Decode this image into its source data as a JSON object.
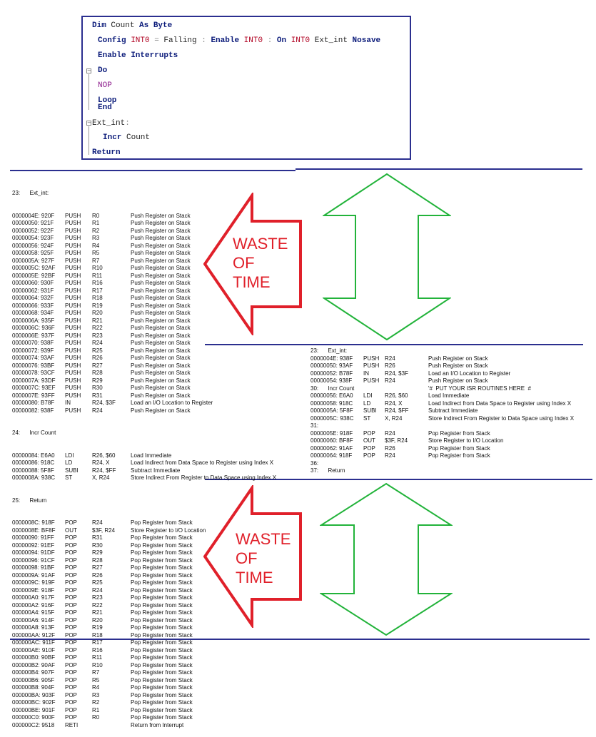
{
  "code_editor": {
    "lines": {
      "l1": {
        "a": "Dim",
        "b": " Count ",
        "c": "As",
        "d": " Byte"
      },
      "l2": {
        "a": "Config",
        "b": " INT0 ",
        "c": "=",
        "d": " Falling ",
        "e": ":",
        "f": " Enable",
        "g": " INT0 ",
        "h": ":",
        "i": " On",
        "j": " INT0 ",
        "k": "Ext_int",
        "m": " Nosave"
      },
      "l3": {
        "a": "Enable Interrupts"
      },
      "l4": {
        "a": "Do"
      },
      "l5": {
        "a": "NOP"
      },
      "l6": {
        "a": "Loop"
      },
      "l7": {
        "a": "End"
      },
      "l8": {
        "a": "Ext_int",
        "b": ":"
      },
      "l9": {
        "a": "Incr",
        "b": " Count"
      },
      "l10": {
        "a": "Return"
      }
    }
  },
  "left_listing": {
    "head_label": "23:      Ext_int:",
    "push_rows": [
      [
        "0000004E: 920F",
        "PUSH",
        "R0",
        "Push Register on Stack"
      ],
      [
        "00000050: 921F",
        "PUSH",
        "R1",
        "Push Register on Stack"
      ],
      [
        "00000052: 922F",
        "PUSH",
        "R2",
        "Push Register on Stack"
      ],
      [
        "00000054: 923F",
        "PUSH",
        "R3",
        "Push Register on Stack"
      ],
      [
        "00000056: 924F",
        "PUSH",
        "R4",
        "Push Register on Stack"
      ],
      [
        "00000058: 925F",
        "PUSH",
        "R5",
        "Push Register on Stack"
      ],
      [
        "0000005A: 927F",
        "PUSH",
        "R7",
        "Push Register on Stack"
      ],
      [
        "0000005C: 92AF",
        "PUSH",
        "R10",
        "Push Register on Stack"
      ],
      [
        "0000005E: 92BF",
        "PUSH",
        "R11",
        "Push Register on Stack"
      ],
      [
        "00000060: 930F",
        "PUSH",
        "R16",
        "Push Register on Stack"
      ],
      [
        "00000062: 931F",
        "PUSH",
        "R17",
        "Push Register on Stack"
      ],
      [
        "00000064: 932F",
        "PUSH",
        "R18",
        "Push Register on Stack"
      ],
      [
        "00000066: 933F",
        "PUSH",
        "R19",
        "Push Register on Stack"
      ],
      [
        "00000068: 934F",
        "PUSH",
        "R20",
        "Push Register on Stack"
      ],
      [
        "0000006A: 935F",
        "PUSH",
        "R21",
        "Push Register on Stack"
      ],
      [
        "0000006C: 936F",
        "PUSH",
        "R22",
        "Push Register on Stack"
      ],
      [
        "0000006E: 937F",
        "PUSH",
        "R23",
        "Push Register on Stack"
      ],
      [
        "00000070: 938F",
        "PUSH",
        "R24",
        "Push Register on Stack"
      ],
      [
        "00000072: 939F",
        "PUSH",
        "R25",
        "Push Register on Stack"
      ],
      [
        "00000074: 93AF",
        "PUSH",
        "R26",
        "Push Register on Stack"
      ],
      [
        "00000076: 93BF",
        "PUSH",
        "R27",
        "Push Register on Stack"
      ],
      [
        "00000078: 93CF",
        "PUSH",
        "R28",
        "Push Register on Stack"
      ],
      [
        "0000007A: 93DF",
        "PUSH",
        "R29",
        "Push Register on Stack"
      ],
      [
        "0000007C: 93EF",
        "PUSH",
        "R30",
        "Push Register on Stack"
      ],
      [
        "0000007E: 93FF",
        "PUSH",
        "R31",
        "Push Register on Stack"
      ],
      [
        "00000080: B78F",
        "IN",
        "R24, $3F",
        "Load an I/O Location to Register"
      ],
      [
        "00000082: 938F",
        "PUSH",
        "R24",
        "Push Register on Stack"
      ]
    ],
    "incr_label": "24:      Incr Count",
    "body_rows": [
      [
        "00000084: E6A0",
        "LDI",
        "R26, $60",
        "Load Immediate"
      ],
      [
        "00000086: 918C",
        "LD",
        "R24, X",
        "Load Indirect from Data Space to Register using Index X"
      ],
      [
        "00000088: 5F8F",
        "SUBI",
        "R24, $FF",
        "Subtract Immediate"
      ],
      [
        "0000008A: 938C",
        "ST",
        "X, R24",
        "Store Indirect From Register to Data Space using Index X"
      ]
    ],
    "return_label": "25:      Return",
    "pop_rows": [
      [
        "0000008C: 918F",
        "POP",
        "R24",
        "Pop Register from Stack"
      ],
      [
        "0000008E: BF8F",
        "OUT",
        "$3F, R24",
        "Store Register to I/O Location"
      ],
      [
        "00000090: 91FF",
        "POP",
        "R31",
        "Pop Register from Stack"
      ],
      [
        "00000092: 91EF",
        "POP",
        "R30",
        "Pop Register from Stack"
      ],
      [
        "00000094: 91DF",
        "POP",
        "R29",
        "Pop Register from Stack"
      ],
      [
        "00000096: 91CF",
        "POP",
        "R28",
        "Pop Register from Stack"
      ],
      [
        "00000098: 91BF",
        "POP",
        "R27",
        "Pop Register from Stack"
      ],
      [
        "0000009A: 91AF",
        "POP",
        "R26",
        "Pop Register from Stack"
      ],
      [
        "0000009C: 919F",
        "POP",
        "R25",
        "Pop Register from Stack"
      ],
      [
        "0000009E: 918F",
        "POP",
        "R24",
        "Pop Register from Stack"
      ],
      [
        "000000A0: 917F",
        "POP",
        "R23",
        "Pop Register from Stack"
      ],
      [
        "000000A2: 916F",
        "POP",
        "R22",
        "Pop Register from Stack"
      ],
      [
        "000000A4: 915F",
        "POP",
        "R21",
        "Pop Register from Stack"
      ],
      [
        "000000A6: 914F",
        "POP",
        "R20",
        "Pop Register from Stack"
      ],
      [
        "000000A8: 913F",
        "POP",
        "R19",
        "Pop Register from Stack"
      ],
      [
        "000000AA: 912F",
        "POP",
        "R18",
        "Pop Register from Stack"
      ],
      [
        "000000AC: 911F",
        "POP",
        "R17",
        "Pop Register from Stack"
      ],
      [
        "000000AE: 910F",
        "POP",
        "R16",
        "Pop Register from Stack"
      ],
      [
        "000000B0: 90BF",
        "POP",
        "R11",
        "Pop Register from Stack"
      ],
      [
        "000000B2: 90AF",
        "POP",
        "R10",
        "Pop Register from Stack"
      ],
      [
        "000000B4: 907F",
        "POP",
        "R7",
        "Pop Register from Stack"
      ],
      [
        "000000B6: 905F",
        "POP",
        "R5",
        "Pop Register from Stack"
      ],
      [
        "000000B8: 904F",
        "POP",
        "R4",
        "Pop Register from Stack"
      ],
      [
        "000000BA: 903F",
        "POP",
        "R3",
        "Pop Register from Stack"
      ],
      [
        "000000BC: 902F",
        "POP",
        "R2",
        "Pop Register from Stack"
      ],
      [
        "000000BE: 901F",
        "POP",
        "R1",
        "Pop Register from Stack"
      ],
      [
        "000000C0: 900F",
        "POP",
        "R0",
        "Pop Register from Stack"
      ],
      [
        "000000C2: 9518",
        "RETI",
        "",
        "Return from Interrupt"
      ]
    ]
  },
  "right_listing": {
    "rows": [
      [
        "23:      Ext_int:",
        "",
        "",
        ""
      ],
      [
        "0000004E: 938F",
        "PUSH",
        "R24",
        "Push Register on Stack"
      ],
      [
        "00000050: 93AF",
        "PUSH",
        "R26",
        "Push Register on Stack"
      ],
      [
        "00000052: B78F",
        "IN",
        "R24, $3F",
        "Load an I/O Location to Register"
      ],
      [
        "00000054: 938F",
        "PUSH",
        "R24",
        "Push Register on Stack"
      ],
      [
        "30:      Incr Count",
        "",
        "",
        "'#  PUT YOUR ISR ROUTINES HERE  #"
      ],
      [
        "00000056: E6A0",
        "LDI",
        "R26, $60",
        "Load Immediate"
      ],
      [
        "00000058: 918C",
        "LD",
        "R24, X",
        "Load Indirect from Data Space to Register using Index X"
      ],
      [
        "0000005A: 5F8F",
        "SUBI",
        "R24, $FF",
        "Subtract Immediate"
      ],
      [
        "0000005C: 938C",
        "ST",
        "X, R24",
        "Store Indirect From Register to Data Space using Index X"
      ],
      [
        "31:",
        "",
        "",
        ""
      ],
      [
        "0000005E: 918F",
        "POP",
        "R24",
        "Pop Register from Stack"
      ],
      [
        "00000060: BF8F",
        "OUT",
        "$3F, R24",
        "Store Register to I/O Location"
      ],
      [
        "00000062: 91AF",
        "POP",
        "R26",
        "Pop Register from Stack"
      ],
      [
        "00000064: 918F",
        "POP",
        "R24",
        "Pop Register from Stack"
      ],
      [
        "36:",
        "",
        "",
        ""
      ],
      [
        "37:      Return",
        "",
        "",
        ""
      ]
    ]
  },
  "annotations": {
    "top_waste": [
      "WASTE",
      "OF",
      "TIME"
    ],
    "bottom_waste": [
      "WASTE",
      "OF",
      "TIME"
    ],
    "arrow_color": "#e0202a",
    "double_arrow_color": "#22b33a",
    "rule_color": "#2b2f8f"
  }
}
